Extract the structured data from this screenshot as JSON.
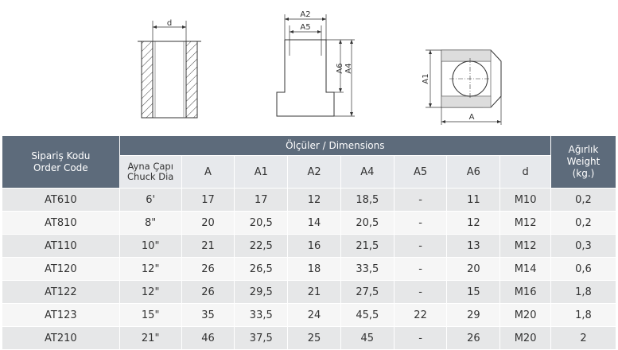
{
  "drawing_labels": {
    "d": "d",
    "A2": "A2",
    "A5": "A5",
    "A6": "A6",
    "A4": "A4",
    "A1": "A1",
    "A": "A"
  },
  "table": {
    "code_header": [
      "Sipariş Kodu",
      "Order Code"
    ],
    "dimensions_header": "Ölçüler / Dimensions",
    "weight_header": [
      "Ağırlık",
      "Weight",
      "(kg.)"
    ],
    "chuck_header": [
      "Ayna Çapı",
      "Chuck Dia"
    ],
    "columns": [
      "A",
      "A1",
      "A2",
      "A4",
      "A5",
      "A6",
      "d"
    ],
    "rows": [
      {
        "code": "AT610",
        "chuck": "6'",
        "A": "17",
        "A1": "17",
        "A2": "12",
        "A4": "18,5",
        "A5": "-",
        "A6": "11",
        "d": "M10",
        "weight": "0,2"
      },
      {
        "code": "AT810",
        "chuck": "8\"",
        "A": "20",
        "A1": "20,5",
        "A2": "14",
        "A4": "20,5",
        "A5": "-",
        "A6": "12",
        "d": "M12",
        "weight": "0,2"
      },
      {
        "code": "AT110",
        "chuck": "10\"",
        "A": "21",
        "A1": "22,5",
        "A2": "16",
        "A4": "21,5",
        "A5": "-",
        "A6": "13",
        "d": "M12",
        "weight": "0,3"
      },
      {
        "code": "AT120",
        "chuck": "12\"",
        "A": "26",
        "A1": "26,5",
        "A2": "18",
        "A4": "33,5",
        "A5": "-",
        "A6": "20",
        "d": "M14",
        "weight": "0,6"
      },
      {
        "code": "AT122",
        "chuck": "12\"",
        "A": "26",
        "A1": "29,5",
        "A2": "21",
        "A4": "27,5",
        "A5": "-",
        "A6": "15",
        "d": "M16",
        "weight": "1,8"
      },
      {
        "code": "AT123",
        "chuck": "15\"",
        "A": "35",
        "A1": "33,5",
        "A2": "24",
        "A4": "45,5",
        "A5": "22",
        "A6": "29",
        "d": "M20",
        "weight": "1,8"
      },
      {
        "code": "AT210",
        "chuck": "21\"",
        "A": "46",
        "A1": "37,5",
        "A2": "25",
        "A4": "45",
        "A5": "-",
        "A6": "26",
        "d": "M20",
        "weight": "2"
      }
    ]
  }
}
